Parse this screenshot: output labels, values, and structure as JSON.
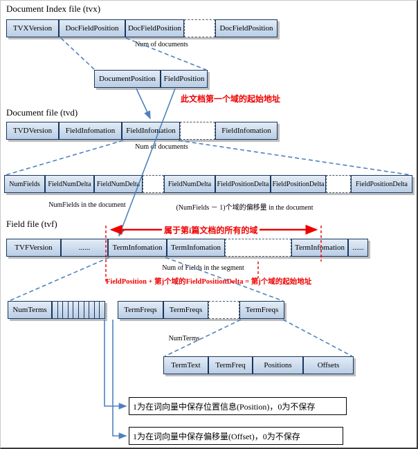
{
  "sections": {
    "tvx": {
      "title": "Document Index file (tvx)"
    },
    "tvd": {
      "title": "Document file (tvd)"
    },
    "tvf": {
      "title": "Field file (tvf)"
    }
  },
  "rows": {
    "tvx": {
      "cells": [
        "TVXVersion",
        "DocFieldPosition",
        "DocFieldPosition",
        "DocFieldPosition"
      ],
      "caption": "Num of documents"
    },
    "docpos": {
      "cells": [
        "DocumentPosition",
        "FieldPosition"
      ]
    },
    "tvd": {
      "cells": [
        "TVDVersion",
        "FieldInfomation",
        "FieldInfomation",
        "FieldInfomation"
      ],
      "caption": "Num of documents"
    },
    "fields": {
      "cells": [
        "NumFields",
        "FieldNumDelta",
        "FieldNumDelta",
        "FieldNumDelta",
        "FieldPositionDelta",
        "FieldPositionDelta",
        "FieldPositionDelta"
      ],
      "caption_left": "NumFields in the document",
      "caption_right": "(NumFields － 1)个域的偏移量 in the document"
    },
    "tvf": {
      "cells": [
        "TVFVersion",
        "......",
        "TermInfomation",
        "TermInfomation",
        "TermInfomation",
        "......"
      ],
      "caption": "Num of Fields in the segment"
    },
    "terms": {
      "cells": [
        "NumTerms",
        "TermFreqs",
        "TermFreqs",
        "TermFreqs"
      ],
      "caption": "NumTerms"
    },
    "term_detail": {
      "cells": [
        "TermText",
        "TermFreq",
        "Positions",
        "Offsets"
      ]
    }
  },
  "annotations": {
    "field_start": "此文档第一个域的起始地址",
    "doc_fields_span": "属于第i篇文档的所有的域",
    "formula": "FieldPosition + 第j个域的FieldPositionDelta = 第j个域的起始地址",
    "position_note": "1为在词向量中保存位置信息(Position)，0为不保存",
    "offset_note": "1为在词向量中保存偏移量(Offset)，0为不保存"
  },
  "colors": {
    "connector_blue": "#4f81bd",
    "annotation_red": "#ee0000",
    "cell_border": "#17365d"
  }
}
